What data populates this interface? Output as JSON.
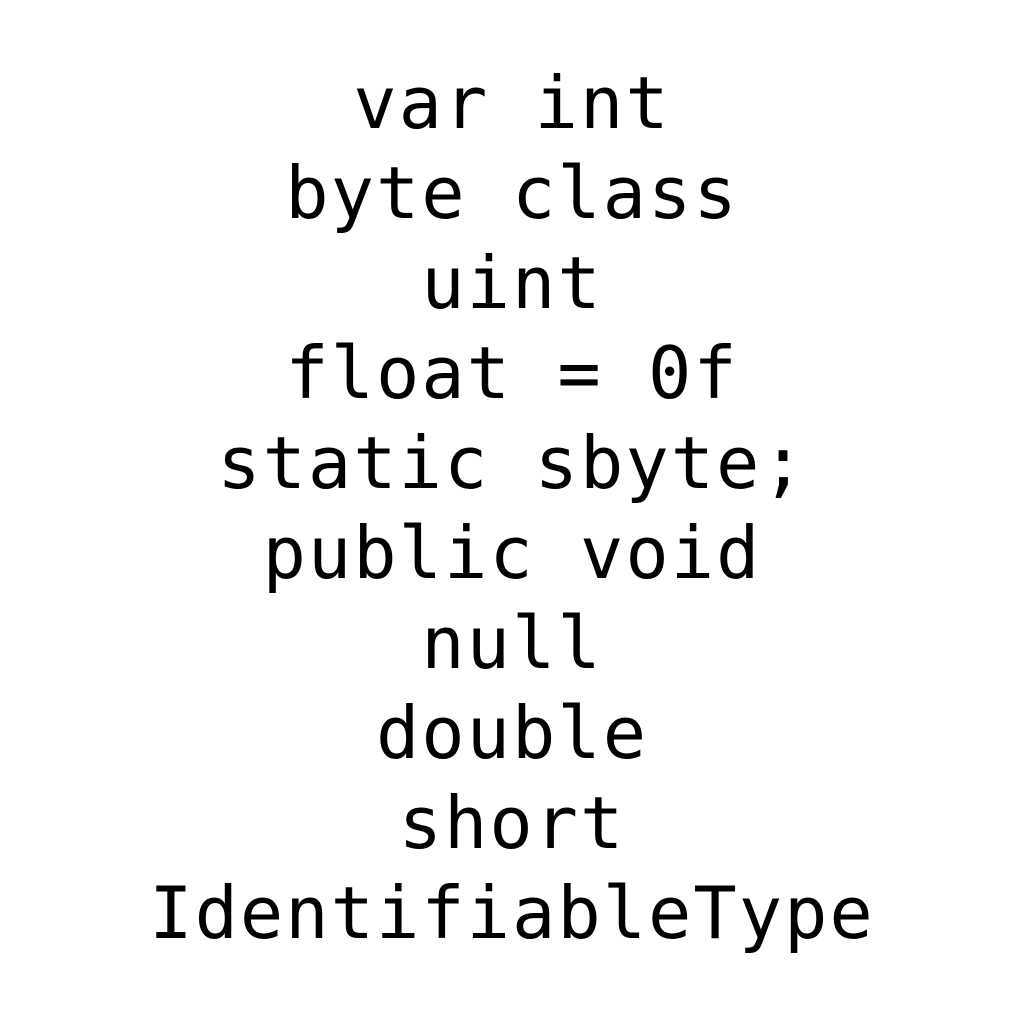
{
  "lines": [
    "var int",
    "byte class",
    "uint",
    "float = 0f",
    "static sbyte;",
    "public void",
    "null",
    "double",
    "short",
    "IdentifiableType"
  ]
}
